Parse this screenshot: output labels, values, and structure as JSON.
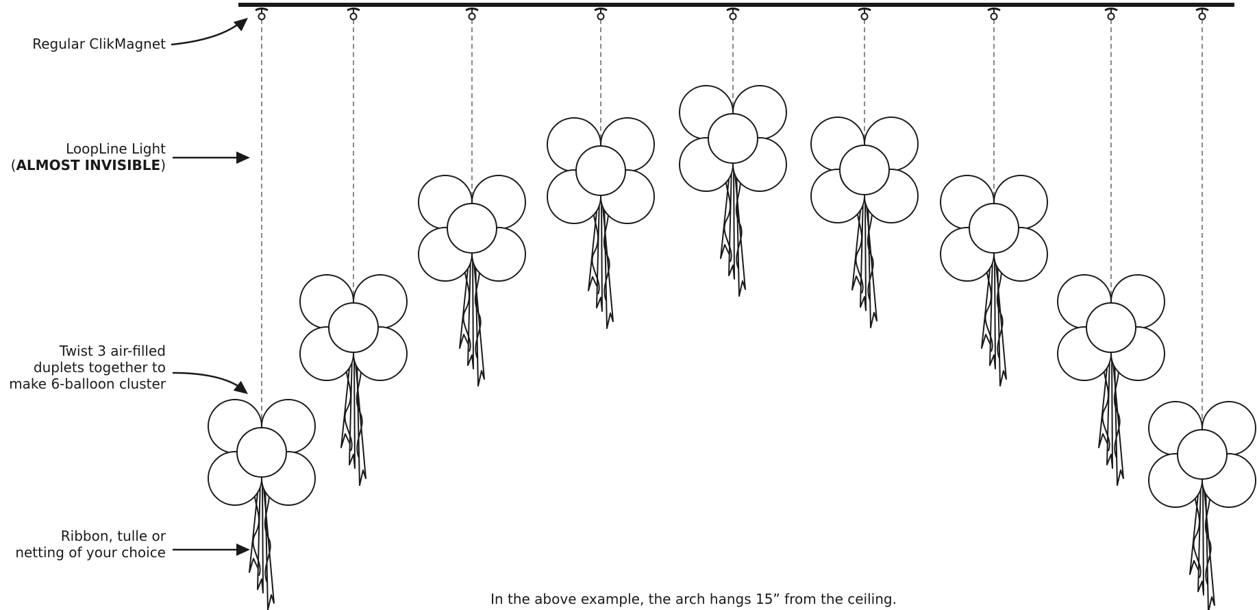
{
  "labels": {
    "clikmagnet": "Regular ClikMagnet",
    "loopline_line1": "LoopLine Light",
    "loopline_open": "(",
    "loopline_bold": "ALMOST INVISIBLE",
    "loopline_close": ")",
    "twist_line1": "Twist 3 air-filled",
    "twist_line2": "duplets together to",
    "twist_line3": "make 6-balloon cluster",
    "ribbon_line1": "Ribbon, tulle or",
    "ribbon_line2": "netting of your choice"
  },
  "caption": "In the above example, the arch hangs 15” from the ceiling.",
  "clusters_count": 9
}
